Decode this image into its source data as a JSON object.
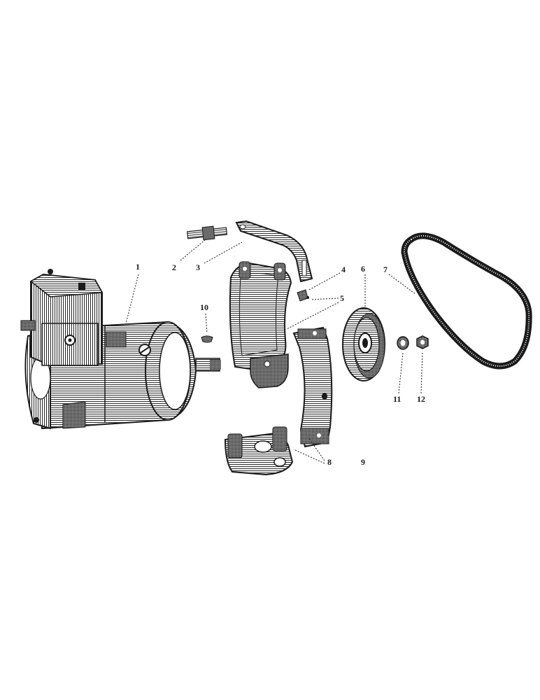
{
  "diagram": {
    "labels": [
      "1",
      "2",
      "3",
      "4",
      "5",
      "6",
      "7",
      "8",
      "9",
      "10",
      "11",
      "12"
    ]
  },
  "parts": {
    "generator": "generator-icon",
    "stud": "stud-icon",
    "strap": "strap-icon",
    "lockwasher": "lockwasher-icon",
    "upper_bracket": "upper-bracket-icon",
    "pulley": "pulley-icon",
    "belt": "belt-icon",
    "base_bracket": "base-bracket-icon",
    "lower_band": "lower-band-icon",
    "key": "key-icon",
    "washer": "washer-icon",
    "nut": "nut-icon"
  }
}
